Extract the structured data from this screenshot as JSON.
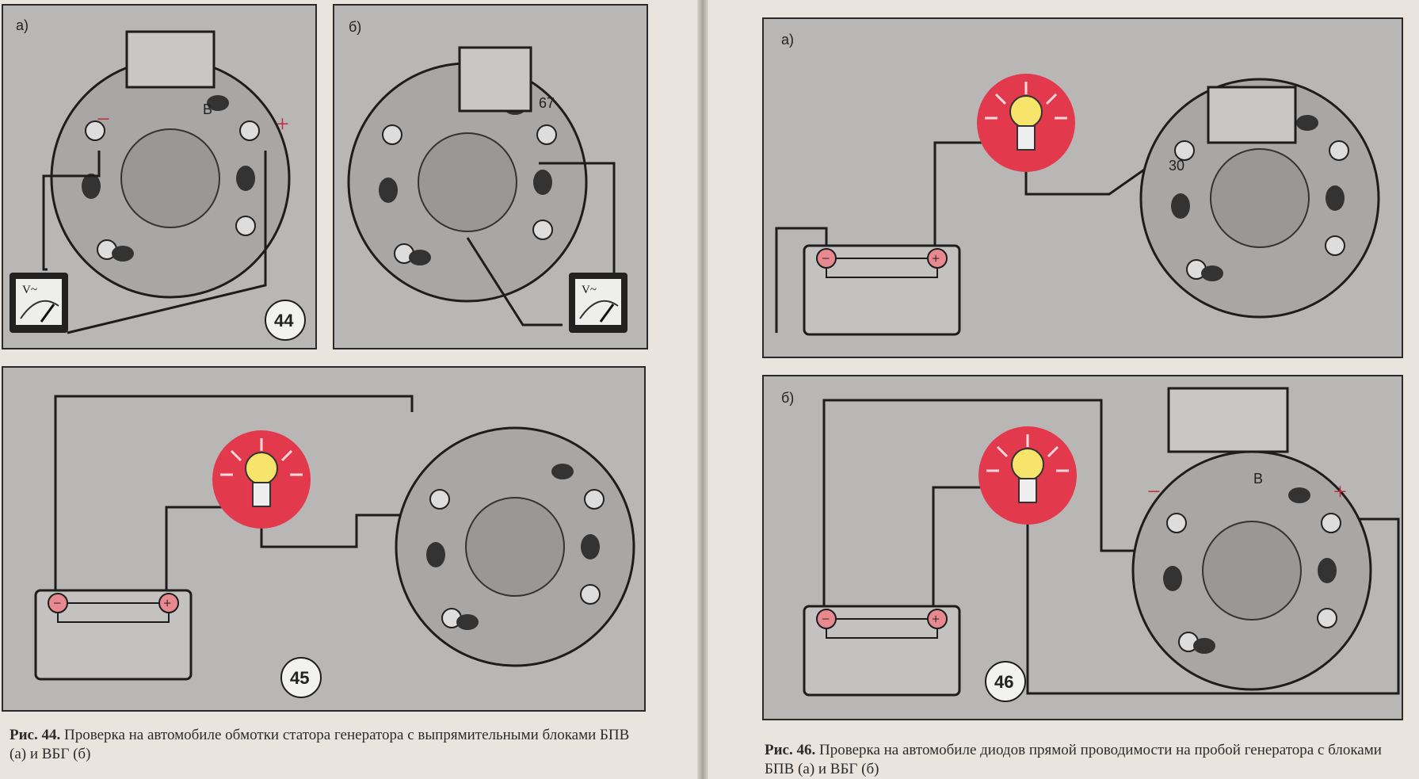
{
  "figures": {
    "fig44": {
      "number": "44",
      "panel_a_label": "а)",
      "panel_b_label": "б)",
      "terminal_b": "B",
      "minus": "−",
      "plus": "+",
      "terminal_67": "67",
      "voltmeter_label": "V~",
      "caption_prefix": "Рис. 44.",
      "caption_text": "Проверка на автомобиле обмотки статора генератора с выпрямительными блоками БПВ (а) и ВБГ (б)"
    },
    "fig45": {
      "number": "45"
    },
    "fig46": {
      "number": "46",
      "panel_a_label": "а)",
      "panel_b_label": "б)",
      "terminal_30": "30",
      "terminal_b": "B",
      "minus": "−",
      "plus": "+",
      "caption_prefix": "Рис. 46.",
      "caption_text": "Проверка на автомобиле диодов прямой проводимости на пробой генератора с блоками БПВ (а) и ВБГ (б)"
    }
  },
  "colors": {
    "lamp_red": "#e23a4c",
    "lamp_yellow": "#f6e56a",
    "panel_grey": "#b9b7b6"
  }
}
